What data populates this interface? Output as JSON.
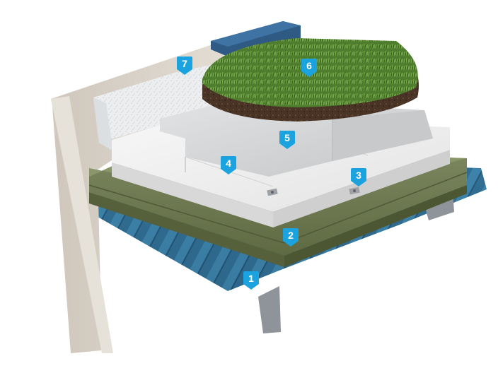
{
  "colors": {
    "badge": "#1aa3de",
    "wall": "#d9d2c8",
    "deck": "#2f6b8f",
    "mineral_wool": "#6f7a4f",
    "eps_board": "#ededed",
    "membrane": "#cfd1d3",
    "turf": "#4e7d2e",
    "soil": "#4a3426",
    "coping": "#2e5a84"
  },
  "callouts": [
    {
      "label": "1",
      "name": "profiled-steel-deck"
    },
    {
      "label": "2",
      "name": "mineral-wool-insulation"
    },
    {
      "label": "3",
      "name": "mechanical-fastener"
    },
    {
      "label": "4",
      "name": "eps-insulation-board"
    },
    {
      "label": "5",
      "name": "waterproofing-membrane"
    },
    {
      "label": "6",
      "name": "green-roof-substrate"
    },
    {
      "label": "7",
      "name": "upstand-insulation"
    }
  ]
}
